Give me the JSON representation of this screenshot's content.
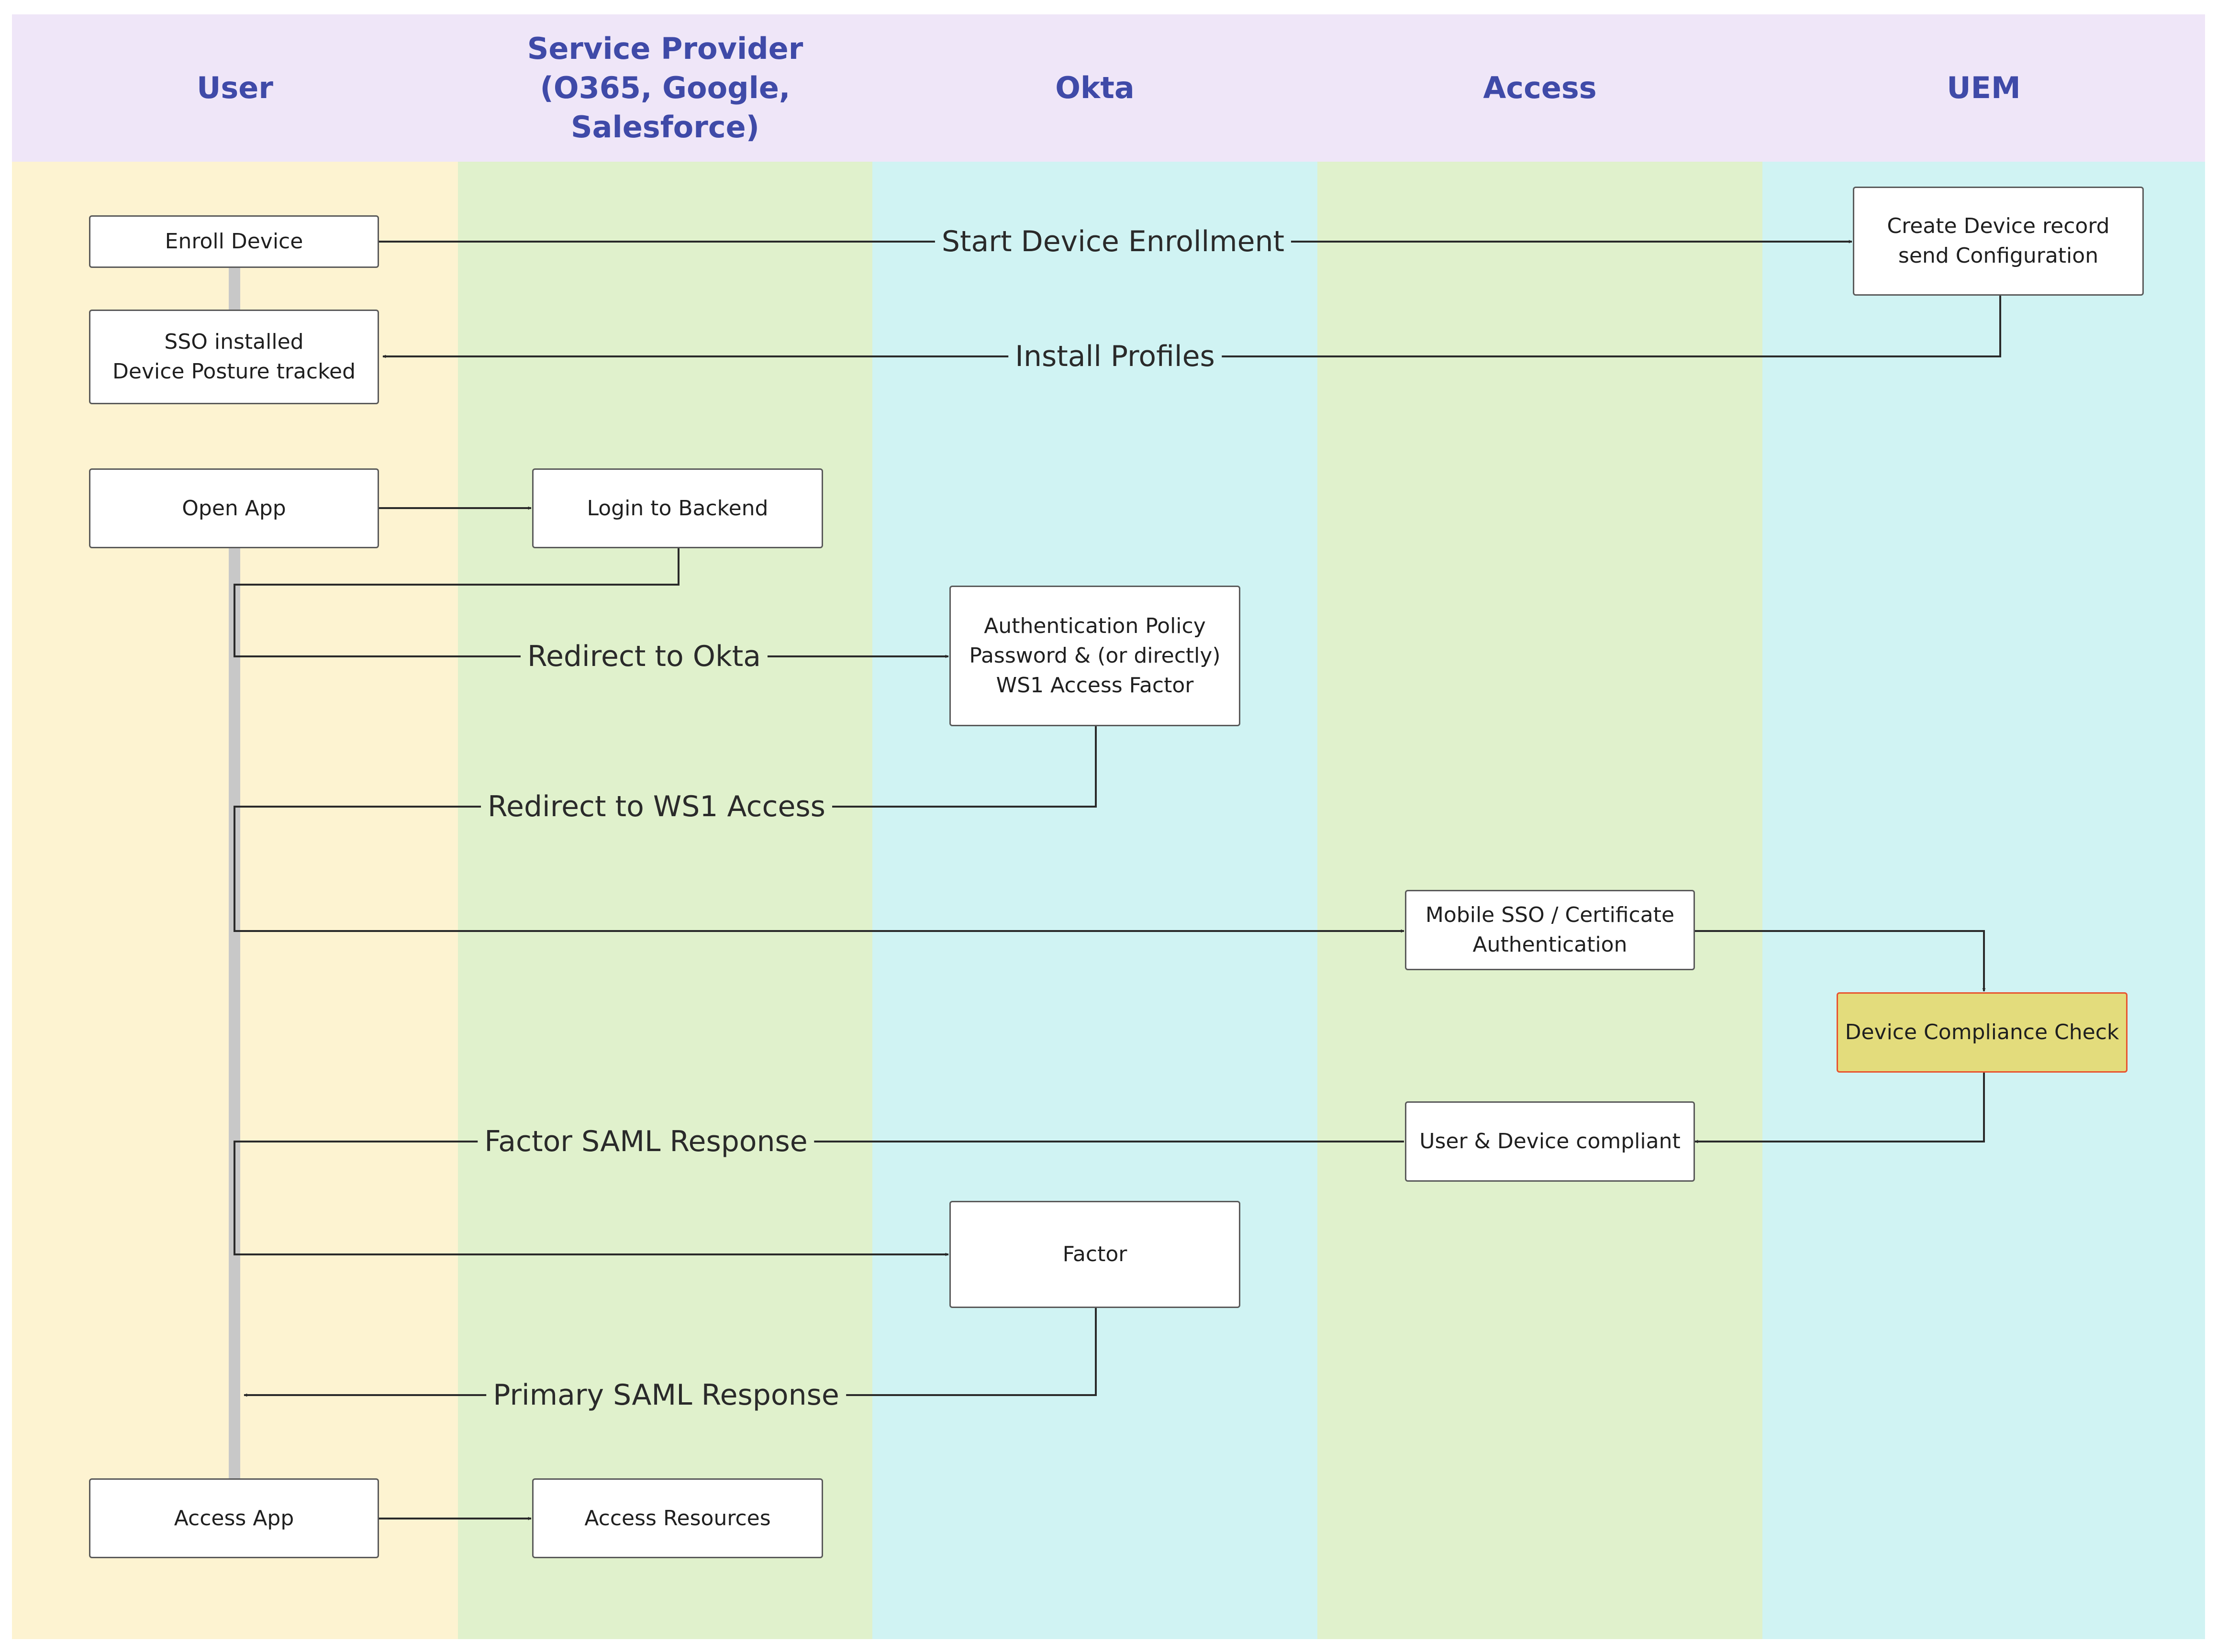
{
  "lanes": [
    {
      "id": "user",
      "title": "User"
    },
    {
      "id": "sp",
      "title": "Service Provider\n(O365, Google, Salesforce)"
    },
    {
      "id": "okta",
      "title": "Okta"
    },
    {
      "id": "access",
      "title": "Access"
    },
    {
      "id": "uem",
      "title": "UEM"
    }
  ],
  "boxes": {
    "enroll_device": "Enroll Device",
    "create_device_record": "Create Device record\nsend Configuration",
    "sso_installed": "SSO installed\nDevice Posture tracked",
    "open_app": "Open App",
    "login_backend": "Login to Backend",
    "auth_policy": "Authentication Policy\nPassword & (or directly)\nWS1 Access Factor",
    "mobile_sso": "Mobile SSO / Certificate\nAuthentication",
    "device_compliance": "Device Compliance Check",
    "user_device_compliant": "User & Device  compliant",
    "factor": "Factor",
    "access_app": "Access App",
    "access_resources": "Access Resources"
  },
  "messages": {
    "start_enrollment": "Start Device Enrollment",
    "install_profiles": "Install Profiles",
    "redirect_okta": "Redirect to Okta",
    "redirect_ws1": "Redirect to WS1 Access",
    "factor_saml": "Factor SAML Response",
    "primary_saml": "Primary SAML Response"
  },
  "colors": {
    "header_bg": "#efe6f8",
    "header_text": "#3f4aa8",
    "user_lane": "#fdf3d1",
    "green_lane": "#e0f1cc",
    "cyan_lane": "#d0f3f3",
    "highlight_fill": "#e3dc7c",
    "highlight_border": "#e8532f"
  }
}
